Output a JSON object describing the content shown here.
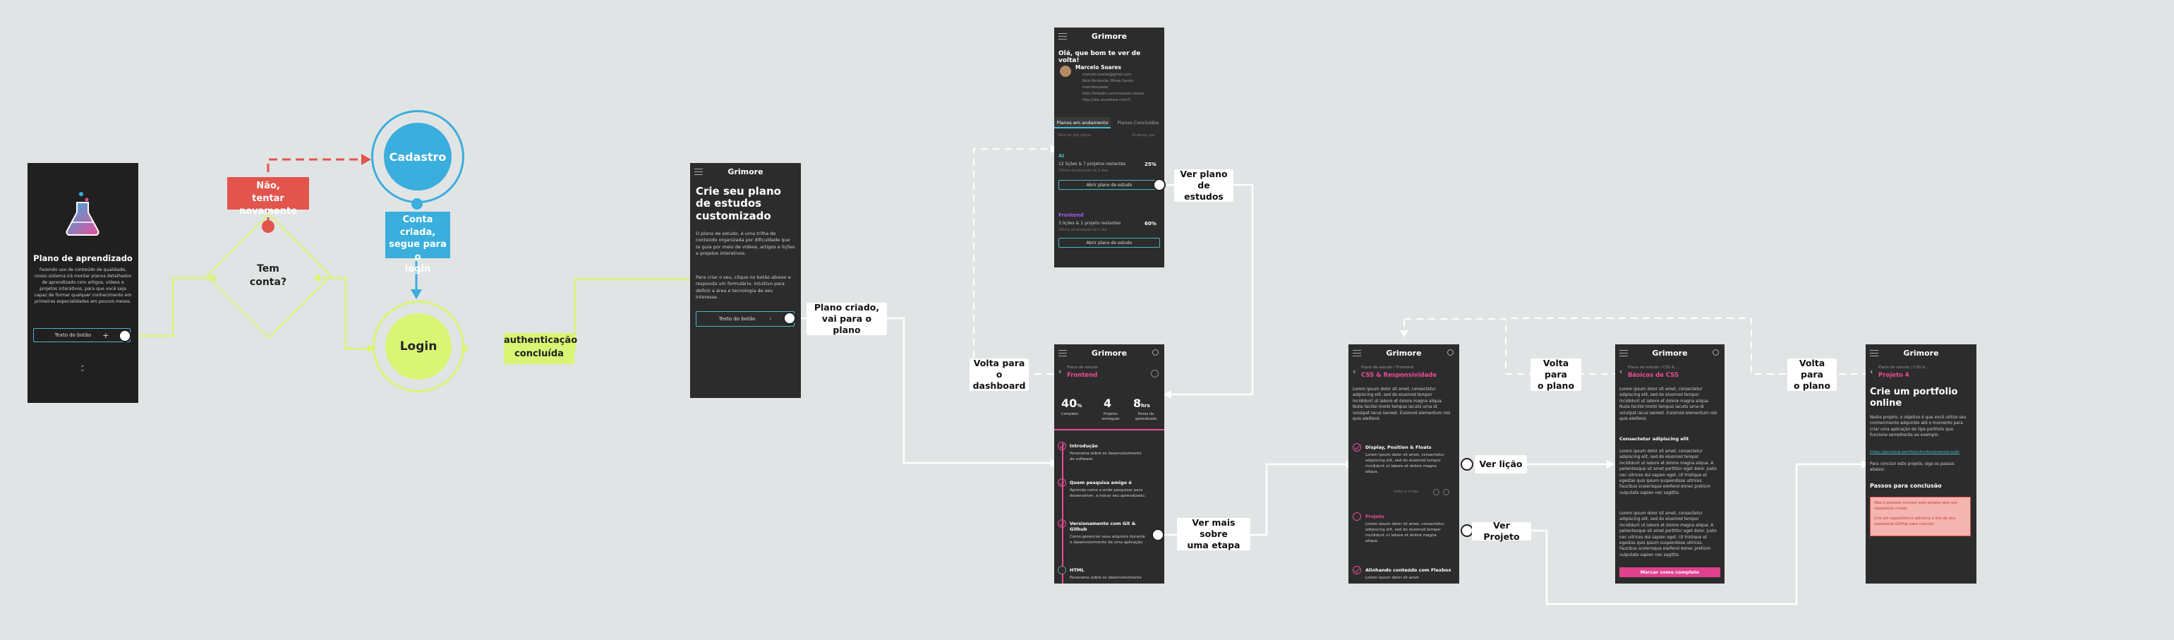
{
  "welcome_screen": {
    "title": "Plano de aprendizado",
    "body": "Fazendo uso de conteúdo de qualidade, nosso sistema irá montar planos detalhados de aprendizado com artigos, vídeos e projetos interativos, para que você seja capaz de formar qualquer conhecimento em primeiras especialidades em poucos meses.",
    "button": "Texto do botão",
    "button_icon": "plus-icon",
    "expand_icon": "double-chevron-down-icon"
  },
  "flow": {
    "has_account": "Tem\nconta?",
    "no_retry": "Não,\ntentar novamente",
    "signup": "Cadastro",
    "account_created": "Conta criada,\nsegue para o\nlogin",
    "login": "Login",
    "auth_done": "authenticação\nconcluída",
    "plan_created": "Plano criado,\nvai para o plano",
    "back_dashboard": "Volta para\no dashboard",
    "see_plan": "Ver plano de\nestudos",
    "see_more": "Ver mais sobre\numa etapa",
    "see_lesson": "Ver lição",
    "see_project": "Ver Projeto",
    "back_plan_1": "Volta para\no plano",
    "back_plan_2": "Volta para\no plano"
  },
  "app_name": "Grimore",
  "create_plan": {
    "title": "Crie seu plano de estudos customizado",
    "body1": "O plano de estudo, é uma trilha de conteúdo organizada por dificuldade que te guia por meio de vídeos, artigos e lições e projetos interativos.",
    "body2": "Para criar o seu, clique no botão abaixo e responda um formulário, intuitivo para definir a área e tecnologia de seu interesse.",
    "button": "Texto do botão"
  },
  "dashboard": {
    "greeting": "Olá, que bom te ver de volta!",
    "user_name": "Marcelo Soares",
    "user_lines": [
      "marcelo.soares@gmail.com",
      "Belo Horizonte, Minas Gerais",
      "marcelosoares",
      "http://linkedin.com/marcelo-soares",
      "http://site.anywhere.com/3"
    ],
    "tab_active": "Planos em andamento",
    "tab_other": "Planos Concluídos",
    "search_placeholder": "Buscar por plano",
    "sort": "Ordenar por",
    "plans": [
      {
        "tag": "AI",
        "tag_color": "#48b7c9",
        "desc": "12 lições & 7 projetos restantes",
        "date": "Última atualização há 3 dias",
        "percent": "25%",
        "button": "Abrir plano de estudo"
      },
      {
        "tag": "Frontend",
        "tag_color": "#a05cf0",
        "desc": "3 lições & 1 projeto restantes",
        "date": "Última atualização há 1 dia",
        "percent": "60%",
        "button": "Abrir plano de estudo"
      }
    ]
  },
  "plan": {
    "crumb": "Plano de estudo",
    "title": "Frontend",
    "stats": [
      {
        "value": "40",
        "unit": "%",
        "label": "Completo"
      },
      {
        "value": "4",
        "unit": "",
        "label": "Projetos entregues"
      },
      {
        "value": "8",
        "unit": "hrs",
        "label": "Horas de aprendizado"
      }
    ],
    "steps": [
      {
        "title": "Introdução",
        "desc": "Panorama sobre os desenvolvimento de software."
      },
      {
        "title": "Quem pesquisa amigo é",
        "desc": "Aprenda como a onde pesquisar para desenvolver, a trocar seu aprendizado."
      },
      {
        "title": "Versionamento com Git & Github",
        "desc": "Como gerenciar seus arquivos durante o desenvolvimento de uma aplicação."
      },
      {
        "title": "HTML",
        "desc": "Panorama sobre os desenvolvimento"
      }
    ]
  },
  "stage": {
    "crumb": "Plano de estudo / Frontend",
    "title": "CSS & Responsividade",
    "body": "Lorem ipsum dolor sit amet, consectetur adipiscing elit, sed do eiusmod tempor incididunt ut labore et dolore magna aliqua. Nulla facilisi morbi tempus iaculis urna id volutpat lacus laoreet. Euismod elementum nisi quis eleifend.",
    "items": [
      {
        "title": "Display, Position & Floats",
        "desc": "Lorem ipsum dolor sit amet, consectetur adipiscing elit, sed do eiusmod tempor incididunt ut labore et dolore magna aliqua.",
        "meta": "Vídeo e artigo"
      },
      {
        "title": "Projeto",
        "desc": "Lorem ipsum dolor sit amet, consectetur adipiscing elit, sed do eiusmod tempor incididunt ut labore et dolore magna aliqua."
      },
      {
        "title": "Alinhando conteúdo com Flexbox",
        "desc": "Lorem ipsum dolor sit amet"
      }
    ]
  },
  "lesson": {
    "crumb": "Plano de estudo / CSS & ...",
    "title": "Básicos de CSS",
    "body": "Lorem ipsum dolor sit amet, consectetur adipiscing elit, sed do eiusmod tempor incididunt ut labore et dolore magna aliqua. Nulla facilisi morbi tempus iaculis urna id volutpat lacus laoreet. Euismod elementum nisi quis eleifend.",
    "subtitle": "Consectetur adipiscing elit",
    "body2": "Lorem ipsum dolor sit amet, consectetur adipiscing elit, sed do eiusmod tempor incididunt ut labore et dolore magna aliqua. A pellentesque sit amet porttitor eget dolor. Justo nec ultrices dui sapien eget. Ut tristique et egestas quis ipsum suspendisse ultrices. Faucibus scelerisque eleifend donec pretium vulputate sapien nec sagittis.",
    "body3": "Lorem ipsum dolor sit amet, consectetur adipiscing elit, sed do eiusmod tempor incididunt ut labore et dolore magna aliqua. A pellentesque sit amet porttitor eget dolor. Justo nec ultrices dui sapien eget. Ut tristique et egestas quis ipsum suspendisse ultrices. Faucibus scelerisque eleifend donec pretium vulputate sapien nec sagittis.",
    "button": "Marcar como completo"
  },
  "project": {
    "crumb": "Plano de estudo / CSS & ...",
    "title": "Projeto 4",
    "heading": "Crie um portfolio online",
    "body": "Neste projeto, o objetivo é que você utilize seu conhecimento adquirido até o momento para criar uma aplicação do tipo portfolio que funcione semelhante ao exemplo.",
    "link": "https://personal-portfolio.frontendmentor.io/br",
    "body2": "Para concluir este projeto, siga os passos abaixo:",
    "section": "Passos para conclusão",
    "alert1": "Não é possível concluir este projeto sem um repositório criado.",
    "alert2": "Crie um repositório e adicione o link de seu repositório GitHub para concluir."
  }
}
